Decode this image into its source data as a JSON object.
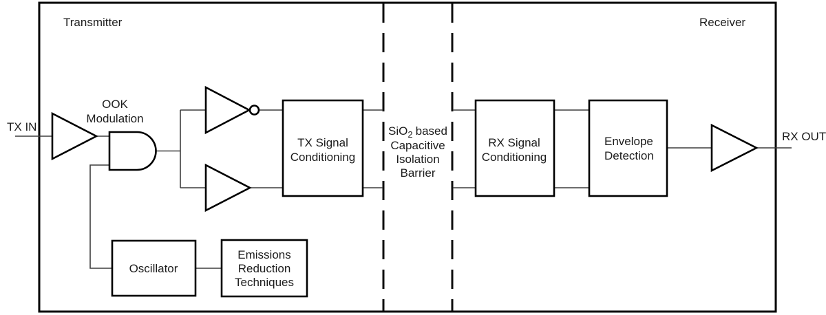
{
  "colors": {
    "outline": "#000000",
    "wire": "#3d3d3d",
    "text": "#1c1c1c",
    "background": "#ffffff"
  },
  "regions": {
    "transmitter": "Transmitter",
    "receiver": "Receiver"
  },
  "ports": {
    "input": "TX IN",
    "output": "RX OUT"
  },
  "and_gate_label": {
    "line1": "OOK",
    "line2": "Modulation"
  },
  "blocks": {
    "tx_signal_conditioning": {
      "lines": [
        "TX Signal",
        "Conditioning"
      ]
    },
    "rx_signal_conditioning": {
      "lines": [
        "RX Signal",
        "Conditioning"
      ]
    },
    "envelope_detection": {
      "lines": [
        "Envelope",
        "Detection"
      ]
    },
    "oscillator": {
      "lines": [
        "Oscillator"
      ]
    },
    "emissions_reduction": {
      "lines": [
        "Emissions",
        "Reduction",
        "Techniques"
      ]
    }
  },
  "isolation_barrier": {
    "formula_base": "SiO",
    "formula_subscript": "2",
    "formula_suffix": "based",
    "lines": [
      "Capacitive",
      "Isolation",
      "Barrier"
    ]
  }
}
